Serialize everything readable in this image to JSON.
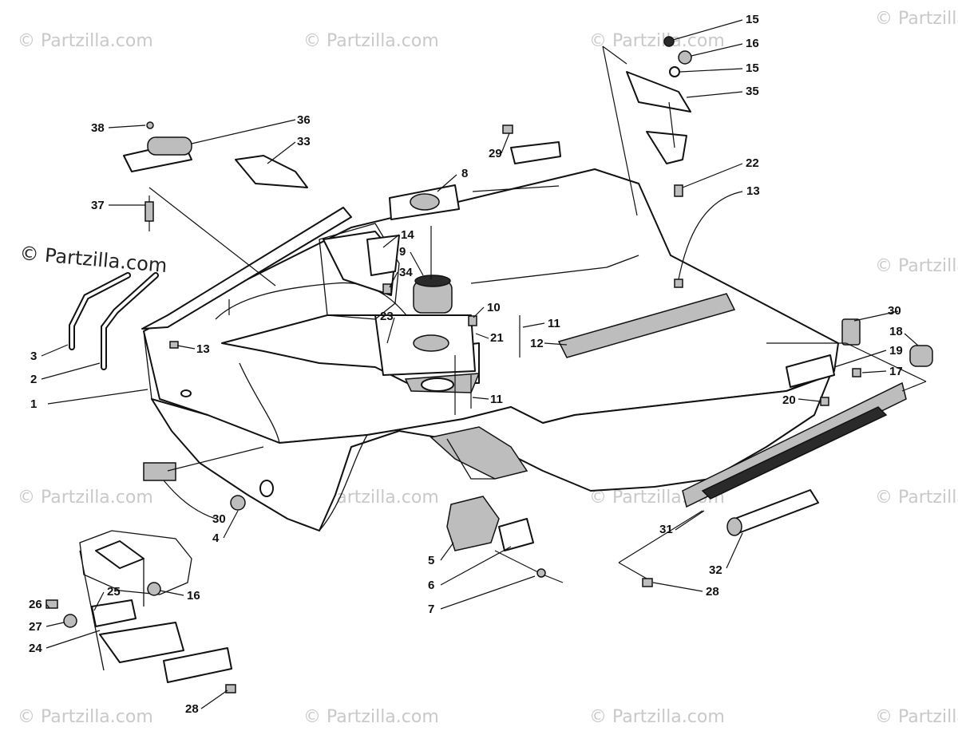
{
  "watermark": {
    "text": "© Partzilla.com",
    "prominent_text": "© Partzilla.com"
  },
  "callouts": [
    {
      "id": "c1",
      "label": "1"
    },
    {
      "id": "c2",
      "label": "2"
    },
    {
      "id": "c3",
      "label": "3"
    },
    {
      "id": "c4",
      "label": "4"
    },
    {
      "id": "c5",
      "label": "5"
    },
    {
      "id": "c6",
      "label": "6"
    },
    {
      "id": "c7",
      "label": "7"
    },
    {
      "id": "c8",
      "label": "8"
    },
    {
      "id": "c9",
      "label": "9"
    },
    {
      "id": "c10",
      "label": "10"
    },
    {
      "id": "c11a",
      "label": "11"
    },
    {
      "id": "c11b",
      "label": "11"
    },
    {
      "id": "c12",
      "label": "12"
    },
    {
      "id": "c13a",
      "label": "13"
    },
    {
      "id": "c13b",
      "label": "13"
    },
    {
      "id": "c14",
      "label": "14"
    },
    {
      "id": "c15a",
      "label": "15"
    },
    {
      "id": "c15b",
      "label": "15"
    },
    {
      "id": "c16a",
      "label": "16"
    },
    {
      "id": "c16b",
      "label": "16"
    },
    {
      "id": "c17",
      "label": "17"
    },
    {
      "id": "c18",
      "label": "18"
    },
    {
      "id": "c19",
      "label": "19"
    },
    {
      "id": "c20",
      "label": "20"
    },
    {
      "id": "c21",
      "label": "21"
    },
    {
      "id": "c22",
      "label": "22"
    },
    {
      "id": "c23",
      "label": "23"
    },
    {
      "id": "c24",
      "label": "24"
    },
    {
      "id": "c25",
      "label": "25"
    },
    {
      "id": "c26",
      "label": "26"
    },
    {
      "id": "c27",
      "label": "27"
    },
    {
      "id": "c28a",
      "label": "28"
    },
    {
      "id": "c28b",
      "label": "28"
    },
    {
      "id": "c29",
      "label": "29"
    },
    {
      "id": "c30a",
      "label": "30"
    },
    {
      "id": "c30b",
      "label": "30"
    },
    {
      "id": "c31",
      "label": "31"
    },
    {
      "id": "c32",
      "label": "32"
    },
    {
      "id": "c33",
      "label": "33"
    },
    {
      "id": "c34",
      "label": "34"
    },
    {
      "id": "c35",
      "label": "35"
    },
    {
      "id": "c36",
      "label": "36"
    },
    {
      "id": "c37",
      "label": "37"
    },
    {
      "id": "c38",
      "label": "38"
    }
  ]
}
